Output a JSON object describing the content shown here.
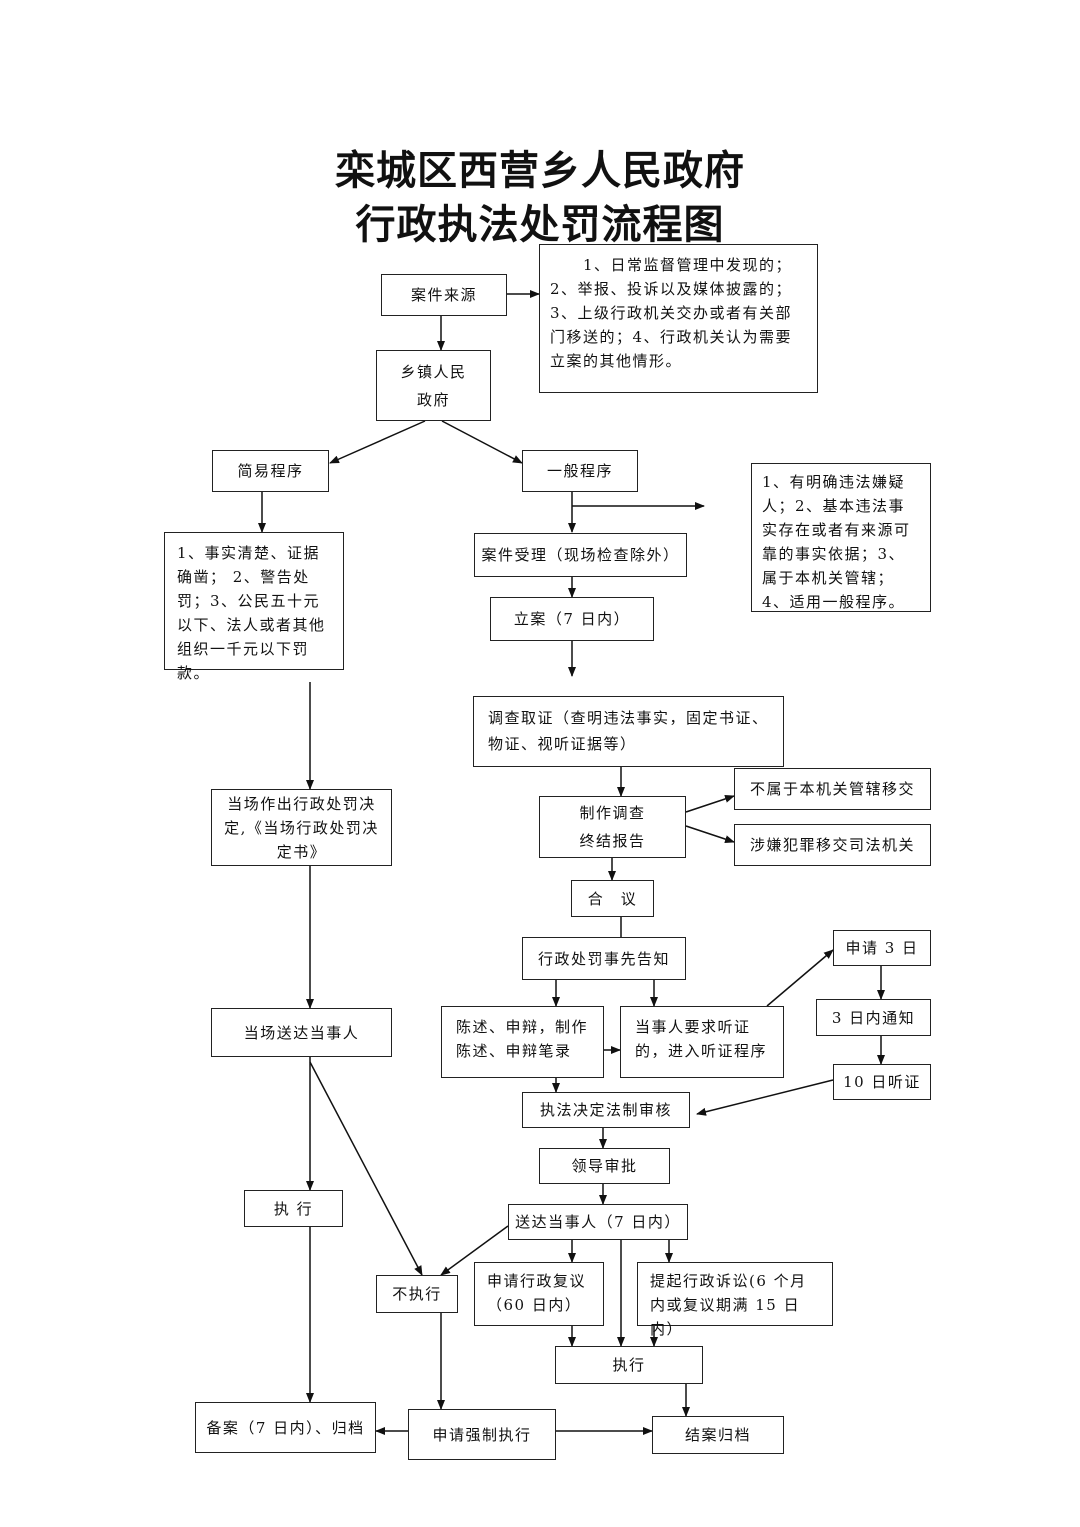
{
  "title": {
    "line1": "栾城区西营乡人民政府",
    "line2": "行政执法处罚流程图"
  },
  "nodes": {
    "case_source": "案件来源",
    "source_note": "　　1、日常监督管理中发现的；2、举报、投诉以及媒体披露的；3、上级行政机关交办或者有关部门移送的；4、行政机关认为需要立案的其他情形。",
    "township_gov": "乡镇人民\n政府",
    "simple_procedure": "简易程序",
    "general_procedure": "一般程序",
    "general_note": "1、有明确违法嫌疑人；2、基本违法事实存在或者有来源可靠的事实依据；3、属于本机关管辖；4、适用一般程序。",
    "simple_conditions": "1、事实清楚、证据确凿； 2、警告处罚；3、公民五十元以下、法人或者其他组织一千元以下罚款。",
    "case_acceptance": "案件受理（现场检查除外）",
    "case_filing": "立案（7 日内）",
    "investigation": "调查取证（查明违法事实，固定书证、物证、视听证据等）",
    "onsite_decision": "当场作出行政处罚决定,《当场行政处罚决定书》",
    "investigation_report": "制作调查\n终结报告",
    "not_jurisdiction": "不属于本机关管辖移交",
    "crime_transfer": "涉嫌犯罪移交司法机关",
    "deliberation": "合　议",
    "prior_notice": "行政处罚事先告知",
    "apply_3days": "申请 3 日",
    "notify_3days": "3 日内通知",
    "statement_defense": "陈述、申辩，制作陈述、申辩笔录",
    "hearing_request": "当事人要求听证的，进入听证程序",
    "hearing_10days": "10 日听证",
    "onsite_delivery": "当场送达当事人",
    "legal_review": "执法决定法制审核",
    "leader_approval": "领导审批",
    "execute_simple": "执 行",
    "deliver_party": "送达当事人（7 日内）",
    "not_execute": "不执行",
    "admin_review": "申请行政复议（60 日内）",
    "admin_litigation": "提起行政诉讼(6 个月内或复议期满 15 日内）",
    "execute_general": "执行",
    "record_archive": "备案（7 日内）、归档",
    "enforcement_apply": "申请强制执行",
    "close_archive": "结案归档"
  }
}
